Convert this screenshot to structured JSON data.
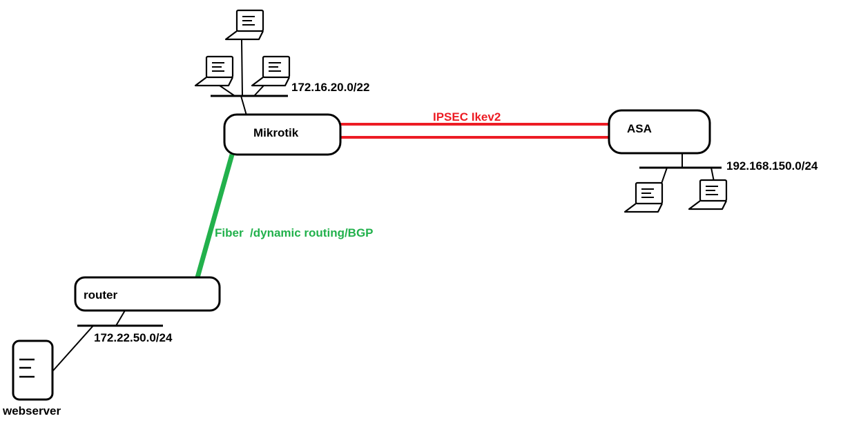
{
  "devices": {
    "mikrotik": "Mikrotik",
    "asa": "ASA",
    "router": "router",
    "webserver": "webserver"
  },
  "subnets": {
    "mikrotik_lan": "172.16.20.0/22",
    "asa_lan": "192.168.150.0/24",
    "router_lan": "172.22.50.0/24"
  },
  "links": {
    "vpn": {
      "label": "IPSEC Ikev2",
      "color": "#ed1c24"
    },
    "fiber": {
      "label": "Fiber  /dynamic routing/BGP",
      "color": "#22b14c"
    }
  },
  "icons": {
    "device": "rounded-rectangle",
    "client": "laptop-icon",
    "server": "server-icon"
  }
}
